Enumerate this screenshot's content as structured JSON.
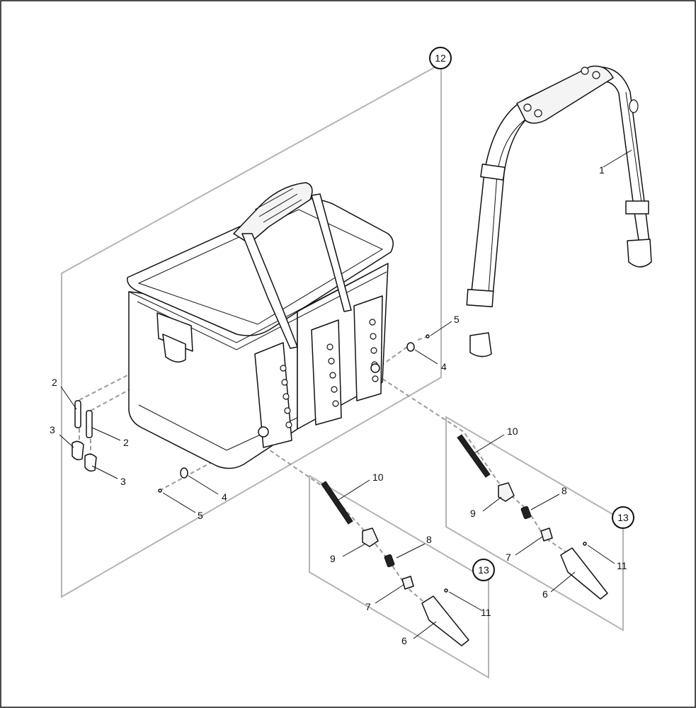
{
  "callouts": {
    "c1": "1",
    "c2a": "2",
    "c2b": "2",
    "c3a": "3",
    "c3b": "3",
    "c4a": "4",
    "c4b": "4",
    "c5a": "5",
    "c5b": "5",
    "c6a": "6",
    "c6b": "6",
    "c7a": "7",
    "c7b": "7",
    "c8a": "8",
    "c8b": "8",
    "c9a": "9",
    "c9b": "9",
    "c10a": "10",
    "c10b": "10",
    "c11a": "11",
    "c11b": "11",
    "c12": "12",
    "c13a": "13",
    "c13b": "13"
  },
  "colors": {
    "line": "#111111",
    "frame": "#b4b4b4",
    "dash": "#9a9a9a",
    "background": "#ffffff"
  }
}
